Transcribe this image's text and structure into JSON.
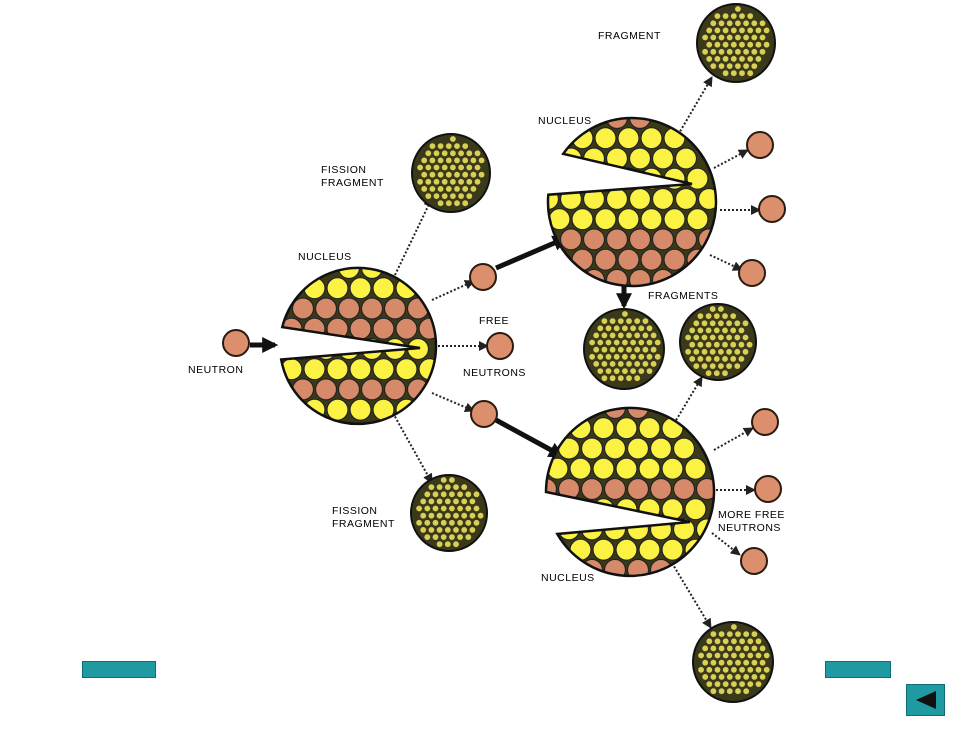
{
  "labels": {
    "fragment_top": "FRAGMENT",
    "nucleus_top": "NUCLEUS",
    "fission_fragment_top_1": "FISSION",
    "fission_fragment_top_2": "FRAGMENT",
    "nucleus_main": "NUCLEUS",
    "fragments": "FRAGMENTS",
    "free": "FREE",
    "neutrons": "NEUTRONS",
    "neutron": "NEUTRON",
    "fission_fragment_bottom_1": "FISSION",
    "fission_fragment_bottom_2": "FRAGMENT",
    "more_free_1": "MORE FREE",
    "more_free_2": "NEUTRONS",
    "nucleus_bottom": "NUCLEUS"
  },
  "colors": {
    "yellow_nucleon": "#fbf244",
    "brown_nucleon": "#d68a6a",
    "nucleus_fill": "#3b3a18",
    "fragment_fill": "#3a3a1a",
    "fragment_dot": "#d9cf56",
    "neutron_fill": "#dc8f6c",
    "nav_teal": "#1f9aa0"
  },
  "nav": {
    "back_icon": "triangle-left-icon"
  }
}
